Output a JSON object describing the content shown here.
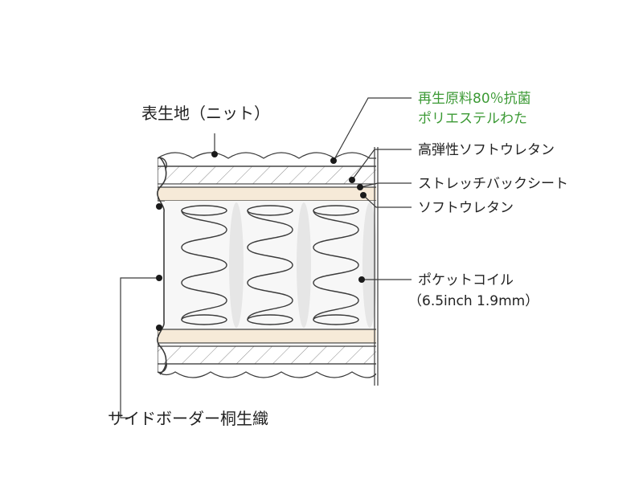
{
  "labels": {
    "top_fabric": "表生地（ニット）",
    "recycled_line1": "再生原料80％抗菌",
    "recycled_line2": "ポリエステルわた",
    "high_resilience": "高弾性ソフトウレタン",
    "stretch_sheet": "ストレッチバックシート",
    "soft_urethane": "ソフトウレタン",
    "coil_line1": "ポケットコイル",
    "coil_line2": "（6.5inch 1.9mm）",
    "side_border": "サイドボーダー桐生織"
  },
  "colors": {
    "line": "#3a3a3a",
    "label_text": "#222222",
    "accent_green": "#3c9a35",
    "beige_layer": "#f6ead8",
    "gray_layer": "#e6e6e6"
  }
}
